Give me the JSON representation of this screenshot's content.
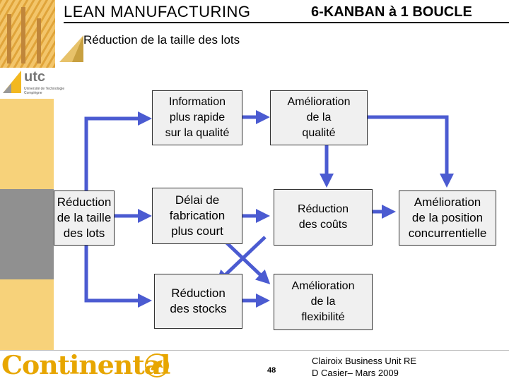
{
  "header": {
    "left_title": "LEAN MANUFACTURING",
    "right_title": "6-KANBAN à 1 BOUCLE"
  },
  "subtitle": "Réduction de la taille des lots",
  "boxes": {
    "reduction_lots": "Réduction\nde la taille\ndes lots",
    "info_qualite": "Information\nplus rapide\nsur la qualité",
    "amelioration_qualite": "Amélioration\nde la\nqualité",
    "delai_fabrication": "Délai de\nfabrication\nplus court",
    "reduction_couts": "Réduction\ndes coûts",
    "amelioration_position": "Amélioration\nde la position\nconcurrentielle",
    "reduction_stocks": "Réduction\ndes stocks",
    "amelioration_flexibilite": "Amélioration\nde la\nflexibilité"
  },
  "logos": {
    "utc": "utc",
    "utc_sub": "Université de Technologie\nCompiègne",
    "continental": "Continental"
  },
  "footer": {
    "page_number": "48",
    "credits": "Clairoix Business Unit RE\nD Casier– Mars 2009"
  },
  "colors": {
    "arrow": "#4b5bd1",
    "arrow_stroke": "#2b3494",
    "box_fill": "#f0f0f0",
    "sidebar_orange": "#f7d27a",
    "sidebar_gray": "#909090",
    "continental_gold": "#e7a600"
  }
}
